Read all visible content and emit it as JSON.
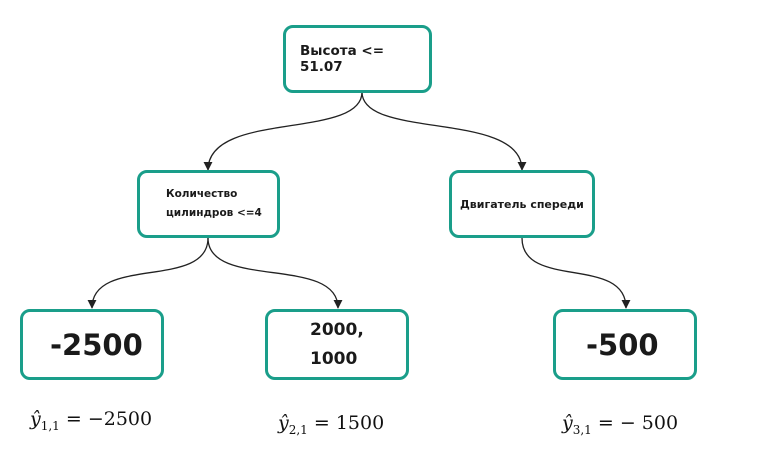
{
  "nodes": {
    "root": "Высота <= 51.07",
    "left": "Количество цилиндров <=4",
    "right": "Двигатель спереди",
    "leaf1": "-2500",
    "leaf2": "2000, 1000",
    "leaf3": "-500"
  },
  "equations": {
    "eq1": {
      "var": "ŷ",
      "sub": "1,1",
      "rhs": "= −2500"
    },
    "eq2": {
      "var": "ŷ",
      "sub": "2,1",
      "rhs": "= 1500"
    },
    "eq3": {
      "var": "ŷ",
      "sub": "3,1",
      "rhs": "= − 500"
    }
  },
  "colors": {
    "node_border": "#1a9e8a",
    "edge": "#222222"
  }
}
